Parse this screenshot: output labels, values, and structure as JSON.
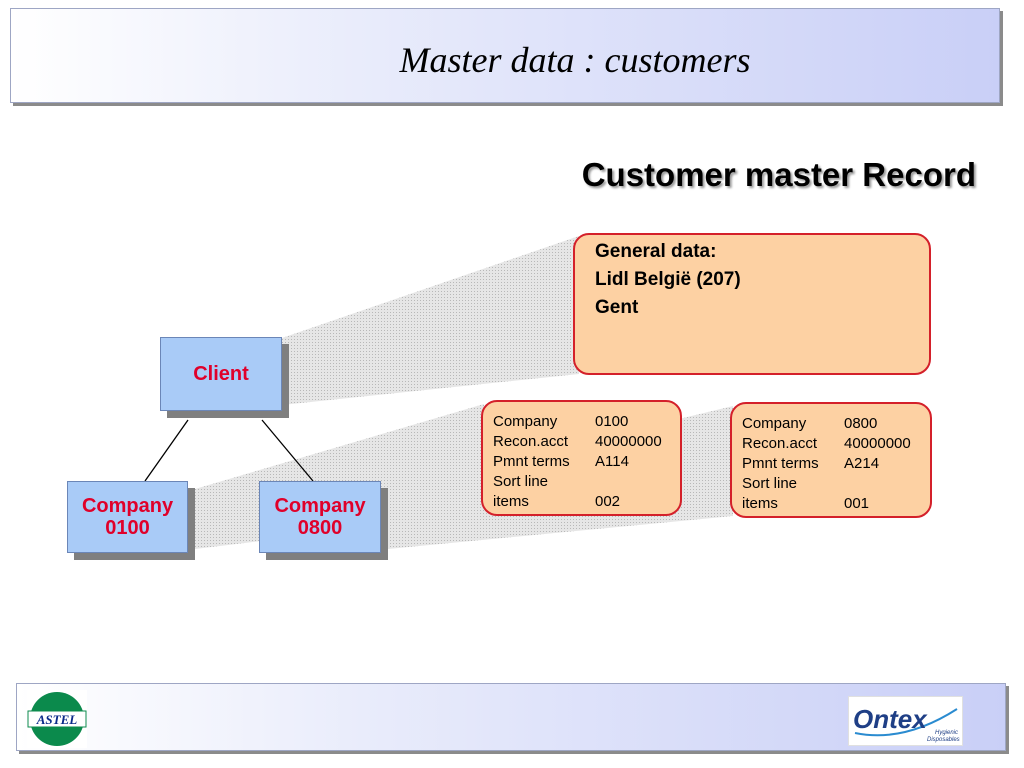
{
  "slide": {
    "title": "Master data : customers"
  },
  "section": {
    "heading": "Customer master Record"
  },
  "hierarchy": {
    "client": {
      "label": "Client"
    },
    "companies": [
      {
        "line1": "Company",
        "line2": "0100"
      },
      {
        "line1": "Company",
        "line2": "0800"
      }
    ]
  },
  "general_data": {
    "lines": [
      "General data:",
      "Lidl België (207)",
      "Gent"
    ]
  },
  "company_records": [
    {
      "rows": [
        {
          "label": "Company",
          "value": "0100"
        },
        {
          "label": "Recon.acct",
          "value": "40000000"
        },
        {
          "label": "Pmnt terms",
          "value": "A114"
        },
        {
          "label": "Sort line",
          "value": ""
        },
        {
          "label": "items",
          "value": "002"
        }
      ]
    },
    {
      "rows": [
        {
          "label": "Company",
          "value": "0800"
        },
        {
          "label": "Recon.acct",
          "value": "40000000"
        },
        {
          "label": "Pmnt terms",
          "value": "A214"
        },
        {
          "label": "Sort line",
          "value": ""
        },
        {
          "label": "items",
          "value": "001"
        }
      ]
    }
  ],
  "logos": {
    "left": {
      "text": "ASTEL",
      "icon": "astel-logo-icon"
    },
    "right": {
      "text": "Ontex",
      "subtext_1": "Hygienic",
      "subtext_2": "Disposables",
      "icon": "ontex-logo-icon"
    }
  },
  "colors": {
    "node_fill": "#a9cbf7",
    "node_text": "#e0002a",
    "record_fill": "#fdd1a3",
    "record_border": "#d4202a",
    "banner_gradient_end": "#c9cff7"
  }
}
